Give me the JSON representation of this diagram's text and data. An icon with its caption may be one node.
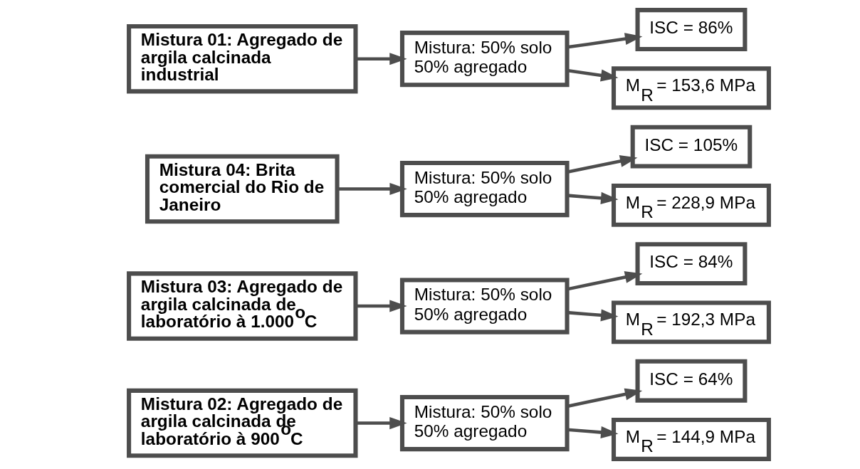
{
  "diagram": {
    "nodes": [
      {
        "text": [
          "Mistura 01: Agregado de argila calcinada industrial"
        ]
      },
      {
        "text": [
          "Mistura: 50% solo 50% agregado"
        ]
      },
      {
        "text": [
          "ISC = 86%"
        ]
      },
      {
        "text": [
          "M$_{R}$ = 153,6 MPa"
        ]
      },
      {
        "text": [
          "Mistura 02: Agregado de argila calcinada de laboratório à 900$^{o}$C"
        ]
      },
      {
        "text": [
          "Mistura: 50% solo 50% agregado"
        ]
      },
      {
        "text": [
          "ISC = 64%"
        ]
      },
      {
        "text": [
          "M$_{R}$ = 144,9 MPa"
        ]
      },
      {
        "text": [
          "Mistura 03: Agregado de argila calcinada de laboratório à 1.000$^{o}$C"
        ]
      },
      {
        "text": [
          "Mistura: 50% solo 50% agregado"
        ]
      },
      {
        "text": [
          "ISC = 84%"
        ]
      },
      {
        "text": [
          "M$_{R}$ = 192,3 MPa"
        ]
      },
      {
        "text": [
          "Mistura 04: Brita comercial do Rio de Janeiro"
        ]
      },
      {
        "text": [
          "Mistura: 50% solo 50% agregado"
        ]
      },
      {
        "text": [
          "ISC = 105%"
        ]
      },
      {
        "text": [
          "M$_{R}$ = 228,9 MPa"
        ]
      }
    ],
    "edges": [
      {
        "from": 0,
        "to": 1,
        "arrow": "to"
      },
      {
        "from": 1,
        "to": 2,
        "arrow": "to"
      },
      {
        "from": 1,
        "to": 3,
        "arrow": "to"
      },
      {
        "from": 4,
        "to": 5,
        "arrow": "to"
      },
      {
        "from": 5,
        "to": 6,
        "arrow": "to"
      },
      {
        "from": 5,
        "to": 7,
        "arrow": "to"
      },
      {
        "from": 8,
        "to": 9,
        "arrow": "to"
      },
      {
        "from": 9,
        "to": 10,
        "arrow": "to"
      },
      {
        "from": 9,
        "to": 11,
        "arrow": "to"
      },
      {
        "from": 12,
        "to": 13,
        "arrow": "to"
      },
      {
        "from": 13,
        "to": 14,
        "arrow": "to"
      },
      {
        "from": 13,
        "to": 15,
        "arrow": "to"
      }
    ]
  }
}
